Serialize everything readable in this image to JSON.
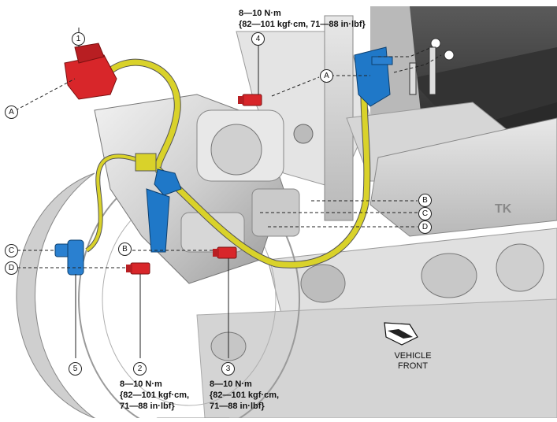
{
  "torque_specs": {
    "top": {
      "line1": "8—10 N·m",
      "line2": "{82—101 kgf·cm, 71—88 in·lbf}"
    },
    "bottom_left": {
      "line1": "8—10 N·m",
      "line2": "{82—101 kgf·cm,",
      "line3": "71—88 in·lbf}"
    },
    "bottom_right": {
      "line1": "8—10 N·m",
      "line2": "{82—101 kgf·cm,",
      "line3": "71—88 in·lbf}"
    }
  },
  "part_numbers": [
    "1",
    "2",
    "3",
    "4",
    "5"
  ],
  "callout_letters": {
    "a_left": "A",
    "a_right": "A",
    "b_left": "B",
    "b_right": "B",
    "c_left": "C",
    "c_right": "C",
    "d_left": "D",
    "d_right": "D"
  },
  "direction_label": {
    "line1": "VEHICLE",
    "line2": "FRONT"
  },
  "frame_marking": "TK",
  "colors": {
    "harness": "#d9d22a",
    "connector": "#d8262a",
    "bracket": "#1f78c8",
    "bolt": "#d8262a",
    "sensor": "#2a80d0"
  }
}
